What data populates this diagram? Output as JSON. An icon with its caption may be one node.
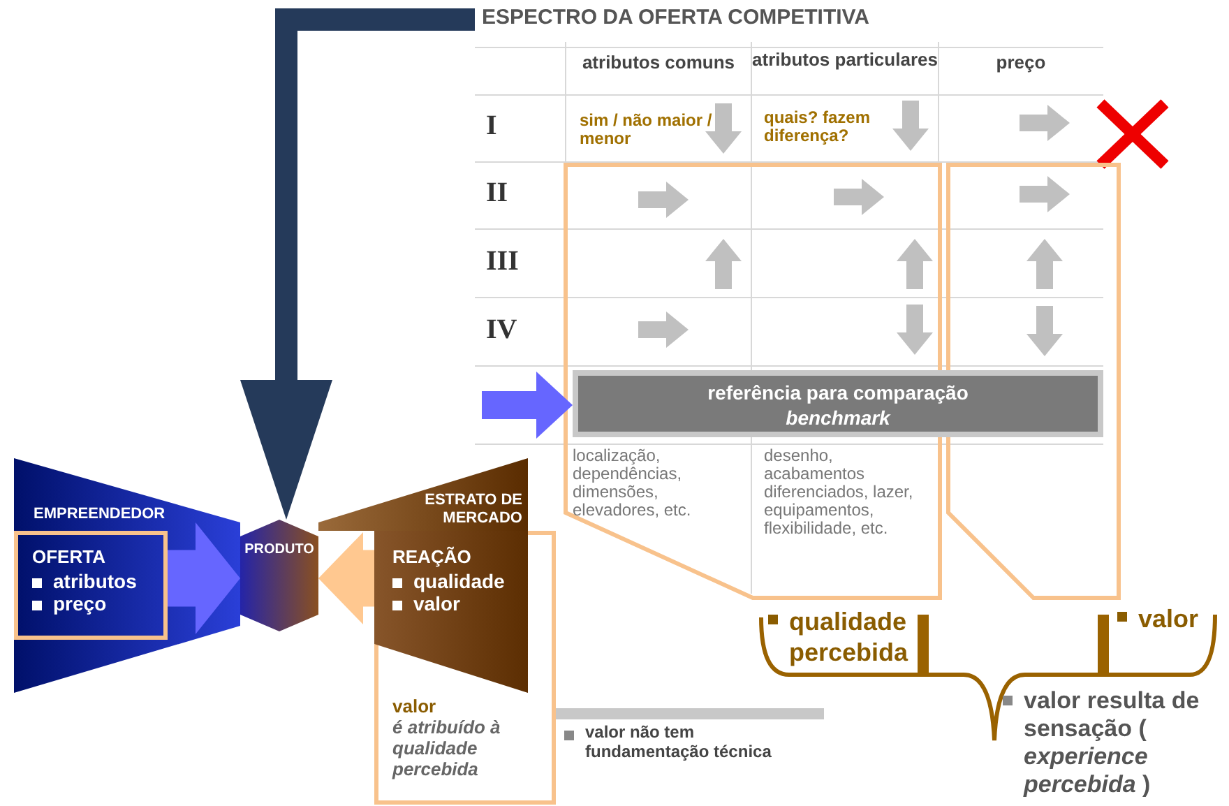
{
  "diagram": {
    "nodes": [
      {
        "text": [
          "ESPECTRO DA OFERTA COMPETITIVA"
        ]
      },
      {
        "text": [
          "EMPREENDEDOR"
        ]
      },
      {
        "text": [
          "OFERTA",
          "atributos",
          "preço"
        ],
        "in": 1
      },
      {
        "text": [
          "PRODUTO"
        ]
      },
      {
        "text": [
          "ESTRATO DE MERCADO"
        ]
      },
      {
        "text": [
          "REAÇÃO",
          "qualidade",
          "valor",
          "valor",
          "é atribuído à qualidade percebida"
        ]
      },
      {
        "text": [],
        "shape": "box",
        "in": 0
      },
      {
        "text": [],
        "shape": "box",
        "in": 0
      },
      {
        "text": [
          "qualidade percebida"
        ]
      },
      {
        "text": [
          "valor"
        ]
      },
      {
        "text": [
          "valor resulta de sensação ( *experience percebida* )"
        ]
      },
      {
        "text": [
          "valor não tem fundamentação técnica"
        ]
      },
      {
        "text": [
          "referência para comparação",
          "benchmark"
        ],
        "in": 0
      }
    ],
    "edges": [
      {
        "from": 0,
        "to": 3,
        "arrow": "to",
        "color": "#253a5a"
      },
      {
        "from": 2,
        "to": 3,
        "arrow": "to",
        "style": "thick",
        "color": "#6666ff"
      },
      {
        "from": 5,
        "to": 3,
        "arrow": "to",
        "style": "thick",
        "color": "#ffc890"
      },
      {
        "from": null,
        "to": 12,
        "arrow": "to",
        "color": "#6666ff"
      }
    ],
    "labels": [
      "atributos comuns",
      "atributos particulares",
      "preço",
      "I",
      "II",
      "III",
      "IV",
      "sim / não maior / menor",
      "quais? fazem diferença?",
      "localização, dependências, dimensões, elevadores, etc.",
      "desenho, acabamentos diferenciados, lazer, equipamentos, flexibilidade, etc."
    ]
  }
}
